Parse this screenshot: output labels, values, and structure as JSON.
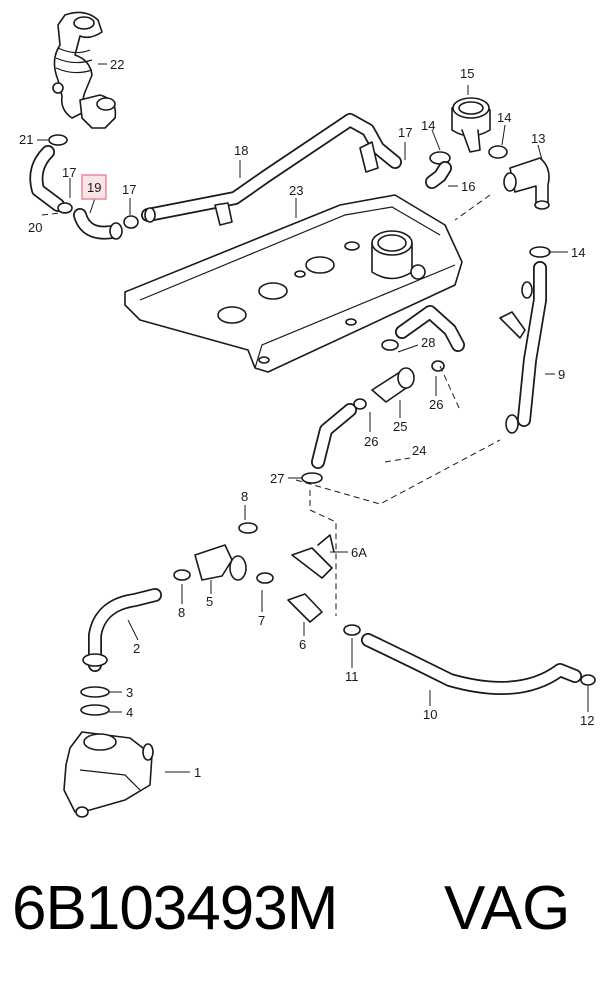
{
  "diagram": {
    "highlight_color": "#e8899a",
    "highlight_fill": "#fbe3e8",
    "callouts": [
      "1",
      "2",
      "3",
      "4",
      "5",
      "6",
      "6A",
      "7",
      "8",
      "8",
      "9",
      "10",
      "11",
      "12",
      "13",
      "14",
      "14",
      "14",
      "15",
      "16",
      "17",
      "17",
      "17",
      "18",
      "19",
      "20",
      "21",
      "22",
      "23",
      "24",
      "25",
      "26",
      "26",
      "27",
      "28"
    ],
    "highlighted_callout": "19"
  },
  "footer": {
    "part_number": "6B103493M",
    "brand": "VAG"
  }
}
